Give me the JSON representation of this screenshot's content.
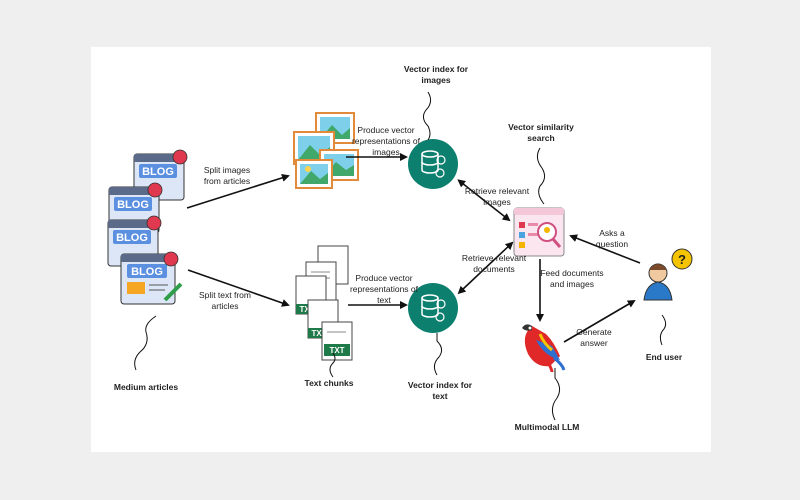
{
  "diagram": {
    "nodes": {
      "medium_articles": "Medium articles",
      "text_chunks": "Text chunks",
      "vector_index_text": "Vector index for text",
      "vector_index_images": "Vector index for images",
      "vector_similarity_search": "Vector similarity search",
      "multimodal_llm": "Multimodal LLM",
      "end_user": "End user"
    },
    "edges": {
      "split_images": "Split images from articles",
      "split_text": "Split text from articles",
      "produce_vec_images": "Produce vector representations of images",
      "produce_vec_text": "Produce vector representations of text",
      "retrieve_images": "Retrieve relevant images",
      "retrieve_documents": "Retrieve relevant documents",
      "asks_question": "Asks a question",
      "feed_docs": "Feed documents and images",
      "generate_answer": "Generate answer"
    },
    "icons": {
      "blog": "BLOG",
      "txt": "TXT"
    },
    "colors": {
      "teal": "#0d7f6e",
      "blog_blue": "#5b8fe0",
      "badge_red": "#e0384f",
      "pencil_green": "#2e9e4a",
      "txt_green": "#1f7a4a"
    }
  }
}
